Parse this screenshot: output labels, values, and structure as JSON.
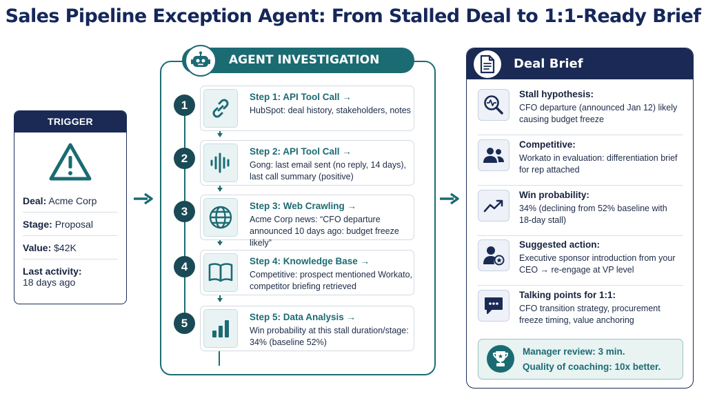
{
  "title": "Sales Pipeline Exception Agent: From Stalled Deal to 1:1-Ready Brief",
  "trigger": {
    "header": "TRIGGER",
    "icon": "warning-icon",
    "fields": [
      {
        "label": "Deal:",
        "value": "Acme Corp"
      },
      {
        "label": "Stage:",
        "value": "Proposal"
      },
      {
        "label": "Value:",
        "value": "$42K"
      },
      {
        "label": "Last activity:",
        "value": "18 days ago"
      }
    ]
  },
  "agent": {
    "header": "AGENT INVESTIGATION",
    "icon": "robot-icon",
    "steps": [
      {
        "number": "1",
        "title": "Step 1: API Tool Call →",
        "description": "HubSpot: deal history, stakeholders, notes",
        "icon": "link-icon"
      },
      {
        "number": "2",
        "title": "Step 2: API Tool Call →",
        "description": "Gong: last email sent (no reply, 14 days), last call summary (positive)",
        "icon": "audio-wave-icon"
      },
      {
        "number": "3",
        "title": "Step 3: Web Crawling →",
        "description": "Acme Corp news: “CFO departure announced 10 days ago: budget freeze likely”",
        "icon": "globe-icon"
      },
      {
        "number": "4",
        "title": "Step 4: Knowledge Base →",
        "description": "Competitive: prospect mentioned Workato, competitor briefing retrieved",
        "icon": "book-icon"
      },
      {
        "number": "5",
        "title": "Step 5: Data Analysis →",
        "description": "Win probability at this stall duration/stage: 34% (baseline 52%)",
        "icon": "bar-chart-icon"
      }
    ]
  },
  "brief": {
    "header": "Deal Brief",
    "icon": "document-icon",
    "items": [
      {
        "title": "Stall hypothesis:",
        "description": "CFO departure (announced Jan 12) likely causing budget freeze",
        "icon": "magnifier-pulse-icon"
      },
      {
        "title": "Competitive:",
        "description": "Workato in evaluation: differentiation brief for rep attached",
        "icon": "people-icon"
      },
      {
        "title": "Win probability:",
        "description": "34% (declining from 52% baseline with 18-day stall)",
        "icon": "trend-line-icon"
      },
      {
        "title": "Suggested action:",
        "description": "Executive sponsor introduction from your CEO → re-engage at VP level",
        "icon": "user-star-icon"
      },
      {
        "title": "Talking points for 1:1:",
        "description": "CFO transition strategy, procurement freeze timing, value anchoring",
        "icon": "chat-bubble-icon"
      }
    ],
    "review": {
      "line1": "Manager review: 3 min.",
      "line2": "Quality of coaching: 10x better.",
      "icon": "trophy-icon"
    }
  },
  "colors": {
    "navy": "#1a2a55",
    "teal": "#1b6b73",
    "title": "#15275a"
  }
}
